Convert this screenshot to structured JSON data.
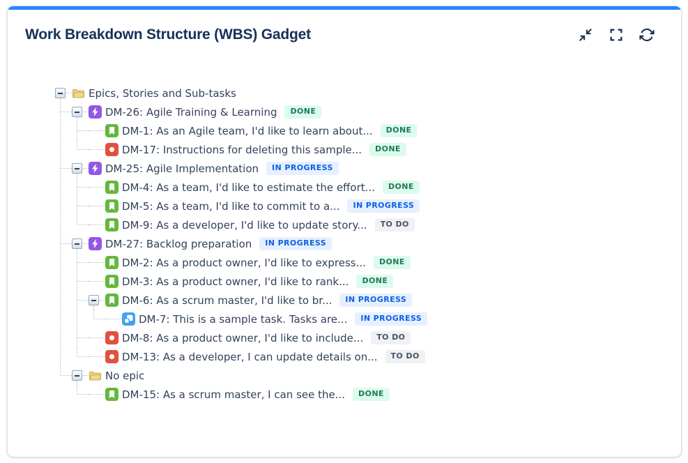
{
  "header": {
    "title": "Work Breakdown Structure (WBS) Gadget",
    "actions": [
      {
        "name": "minimize",
        "icon": "minimize-icon"
      },
      {
        "name": "fullscreen",
        "icon": "fullscreen-icon"
      },
      {
        "name": "refresh",
        "icon": "refresh-icon"
      }
    ]
  },
  "colors": {
    "accent_bar": "#2684FF",
    "title_text": "#17305B",
    "row_text": "#33415C",
    "issue_types": {
      "epic": "#9456E4",
      "story": "#63B83C",
      "bug": "#E2503F",
      "subtask": "#42A4F0",
      "folder": "#F1DA8C"
    },
    "status": {
      "DONE": {
        "bg": "#DCFBEE",
        "fg": "#1F7A55"
      },
      "IN PROGRESS": {
        "bg": "#E7F0FE",
        "fg": "#0B61E4"
      },
      "TO DO": {
        "bg": "#F0F1F3",
        "fg": "#47536B"
      }
    }
  },
  "tree": [
    {
      "type": "folder",
      "label": "Epics, Stories and Sub-tasks",
      "expanded": true,
      "children": [
        {
          "type": "epic",
          "key": "DM-26",
          "summary": "Agile Training & Learning",
          "status": "DONE",
          "expanded": true,
          "children": [
            {
              "type": "story",
              "key": "DM-1",
              "summary": "As an Agile team, I'd like to learn about...",
              "status": "DONE"
            },
            {
              "type": "bug",
              "key": "DM-17",
              "summary": "Instructions for deleting this sample...",
              "status": "DONE"
            }
          ]
        },
        {
          "type": "epic",
          "key": "DM-25",
          "summary": "Agile Implementation",
          "status": "IN PROGRESS",
          "expanded": true,
          "children": [
            {
              "type": "story",
              "key": "DM-4",
              "summary": "As a team, I'd like to estimate the effort...",
              "status": "DONE"
            },
            {
              "type": "story",
              "key": "DM-5",
              "summary": "As a team, I'd like to commit to a...",
              "status": "IN PROGRESS"
            },
            {
              "type": "story",
              "key": "DM-9",
              "summary": "As a developer, I'd like to update story...",
              "status": "TO DO"
            }
          ]
        },
        {
          "type": "epic",
          "key": "DM-27",
          "summary": "Backlog preparation",
          "status": "IN PROGRESS",
          "expanded": true,
          "children": [
            {
              "type": "story",
              "key": "DM-2",
              "summary": "As a product owner, I'd like to express...",
              "status": "DONE"
            },
            {
              "type": "story",
              "key": "DM-3",
              "summary": "As a product owner, I'd like to rank...",
              "status": "DONE"
            },
            {
              "type": "story",
              "key": "DM-6",
              "summary": "As a scrum master, I'd like to br...",
              "status": "IN PROGRESS",
              "expanded": true,
              "children": [
                {
                  "type": "subtask",
                  "key": "DM-7",
                  "summary": "This is a sample task. Tasks are...",
                  "status": "IN PROGRESS"
                }
              ]
            },
            {
              "type": "bug",
              "key": "DM-8",
              "summary": "As a product owner, I'd like to include...",
              "status": "TO DO"
            },
            {
              "type": "bug",
              "key": "DM-13",
              "summary": "As a developer, I can update details on...",
              "status": "TO DO"
            }
          ]
        },
        {
          "type": "folder",
          "label": "No epic",
          "expanded": true,
          "children": [
            {
              "type": "story",
              "key": "DM-15",
              "summary": "As a scrum master, I can see the...",
              "status": "DONE"
            }
          ]
        }
      ]
    }
  ]
}
